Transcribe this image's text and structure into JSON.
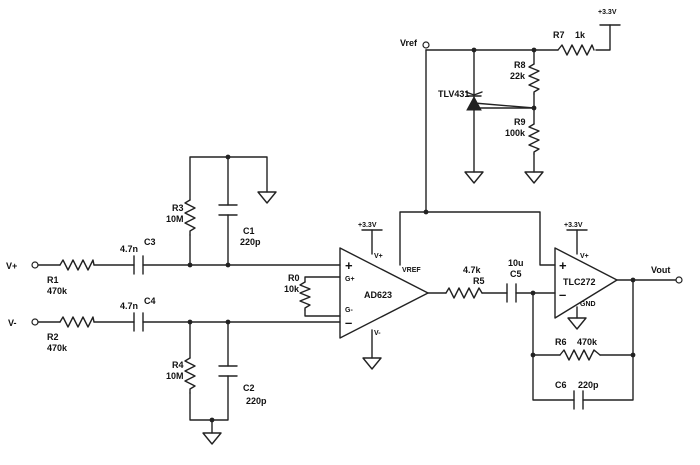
{
  "supply": {
    "top": "+3.3V",
    "inamp": "+3.3V",
    "opamp": "+3.3V"
  },
  "ports": {
    "vplus": "V+",
    "vminus": "V-",
    "vref": "Vref",
    "vout": "Vout"
  },
  "components": {
    "r1": {
      "ref": "R1",
      "value": "470k"
    },
    "r2": {
      "ref": "R2",
      "value": "470k"
    },
    "r3": {
      "ref": "R3",
      "value": "10M"
    },
    "r4": {
      "ref": "R4",
      "value": "10M"
    },
    "r0": {
      "ref": "R0",
      "value": "10k"
    },
    "r5": {
      "ref": "R5",
      "value": "4.7k"
    },
    "r6": {
      "ref": "R6",
      "value": "470k"
    },
    "r7": {
      "ref": "R7",
      "value": "1k"
    },
    "r8": {
      "ref": "R8",
      "value": "22k"
    },
    "r9": {
      "ref": "R9",
      "value": "100k"
    },
    "c1": {
      "ref": "C1",
      "value": "220p"
    },
    "c2": {
      "ref": "C2",
      "value": "220p"
    },
    "c3": {
      "ref": "C3",
      "value": "4.7n"
    },
    "c4": {
      "ref": "C4",
      "value": "4.7n"
    },
    "c5": {
      "ref": "C5",
      "value": "10u"
    },
    "c6": {
      "ref": "C6",
      "value": "220p"
    }
  },
  "ics": {
    "inamp": {
      "name": "AD623",
      "plus": "+",
      "minus": "–",
      "gplus": "G+",
      "gminus": "G-",
      "vpos": "V+",
      "vneg": "V-",
      "vrefpin": "VREF"
    },
    "opamp": {
      "name": "TLC272",
      "plus": "+",
      "minus": "–",
      "vpos": "V+",
      "gnd": "GND"
    },
    "ref": {
      "name": "TLV431"
    }
  }
}
